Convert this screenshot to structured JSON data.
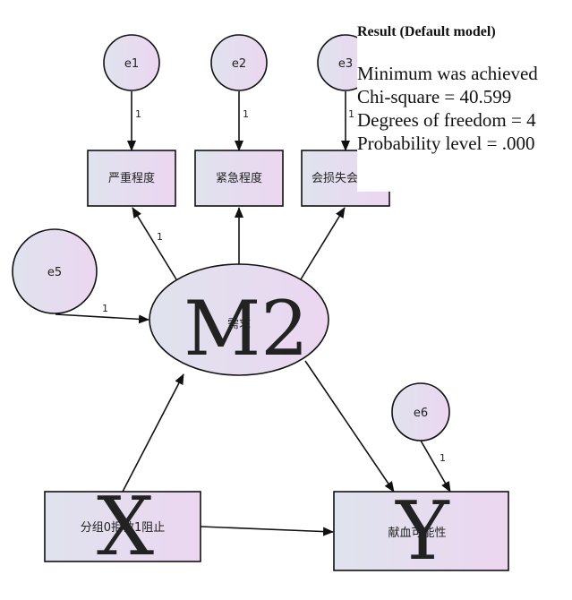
{
  "diagram": {
    "title": "SEM path diagram",
    "errors": [
      {
        "id": "e1",
        "label": "e1",
        "weight": "1"
      },
      {
        "id": "e2",
        "label": "e2",
        "weight": "1"
      },
      {
        "id": "e3",
        "label": "e3",
        "weight": "1"
      },
      {
        "id": "e5",
        "label": "e5",
        "weight": "1"
      },
      {
        "id": "e6",
        "label": "e6",
        "weight": "1"
      }
    ],
    "indicators": [
      {
        "id": "ind1",
        "label": "严重程度"
      },
      {
        "id": "ind2",
        "label": "紧急程度"
      },
      {
        "id": "ind3",
        "label": "会损失会"
      }
    ],
    "latent": {
      "label": "需求",
      "overlay": "M2",
      "loading_label": "1"
    },
    "x_node": {
      "label": "分组0拒救1阻止",
      "overlay": "X"
    },
    "y_node": {
      "label": "献血可能性",
      "overlay": "Y"
    }
  },
  "result": {
    "title": "Result (Default model)",
    "lines": [
      "Minimum was achieved",
      "Chi-square = 40.599",
      "Degrees of freedom = 4",
      "Probability level = .000"
    ]
  }
}
